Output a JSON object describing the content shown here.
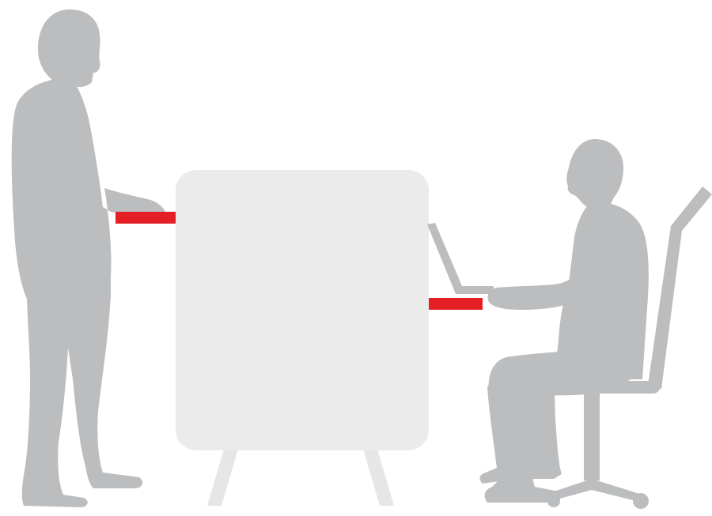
{
  "colors": {
    "background": "#ffffff",
    "silhouette": "#bcbdbf",
    "panel": "#ebebeb",
    "panel_legs": "#e6e6e6",
    "height_marker": "#e31e24"
  },
  "figures": {
    "standing_person": "standing-person-silhouette",
    "seated_person": "seated-person-silhouette",
    "chair": "office-chair-silhouette",
    "laptop": "laptop-silhouette"
  },
  "markers": [
    {
      "name": "standing-work-height-marker"
    },
    {
      "name": "seated-work-height-marker"
    }
  ]
}
